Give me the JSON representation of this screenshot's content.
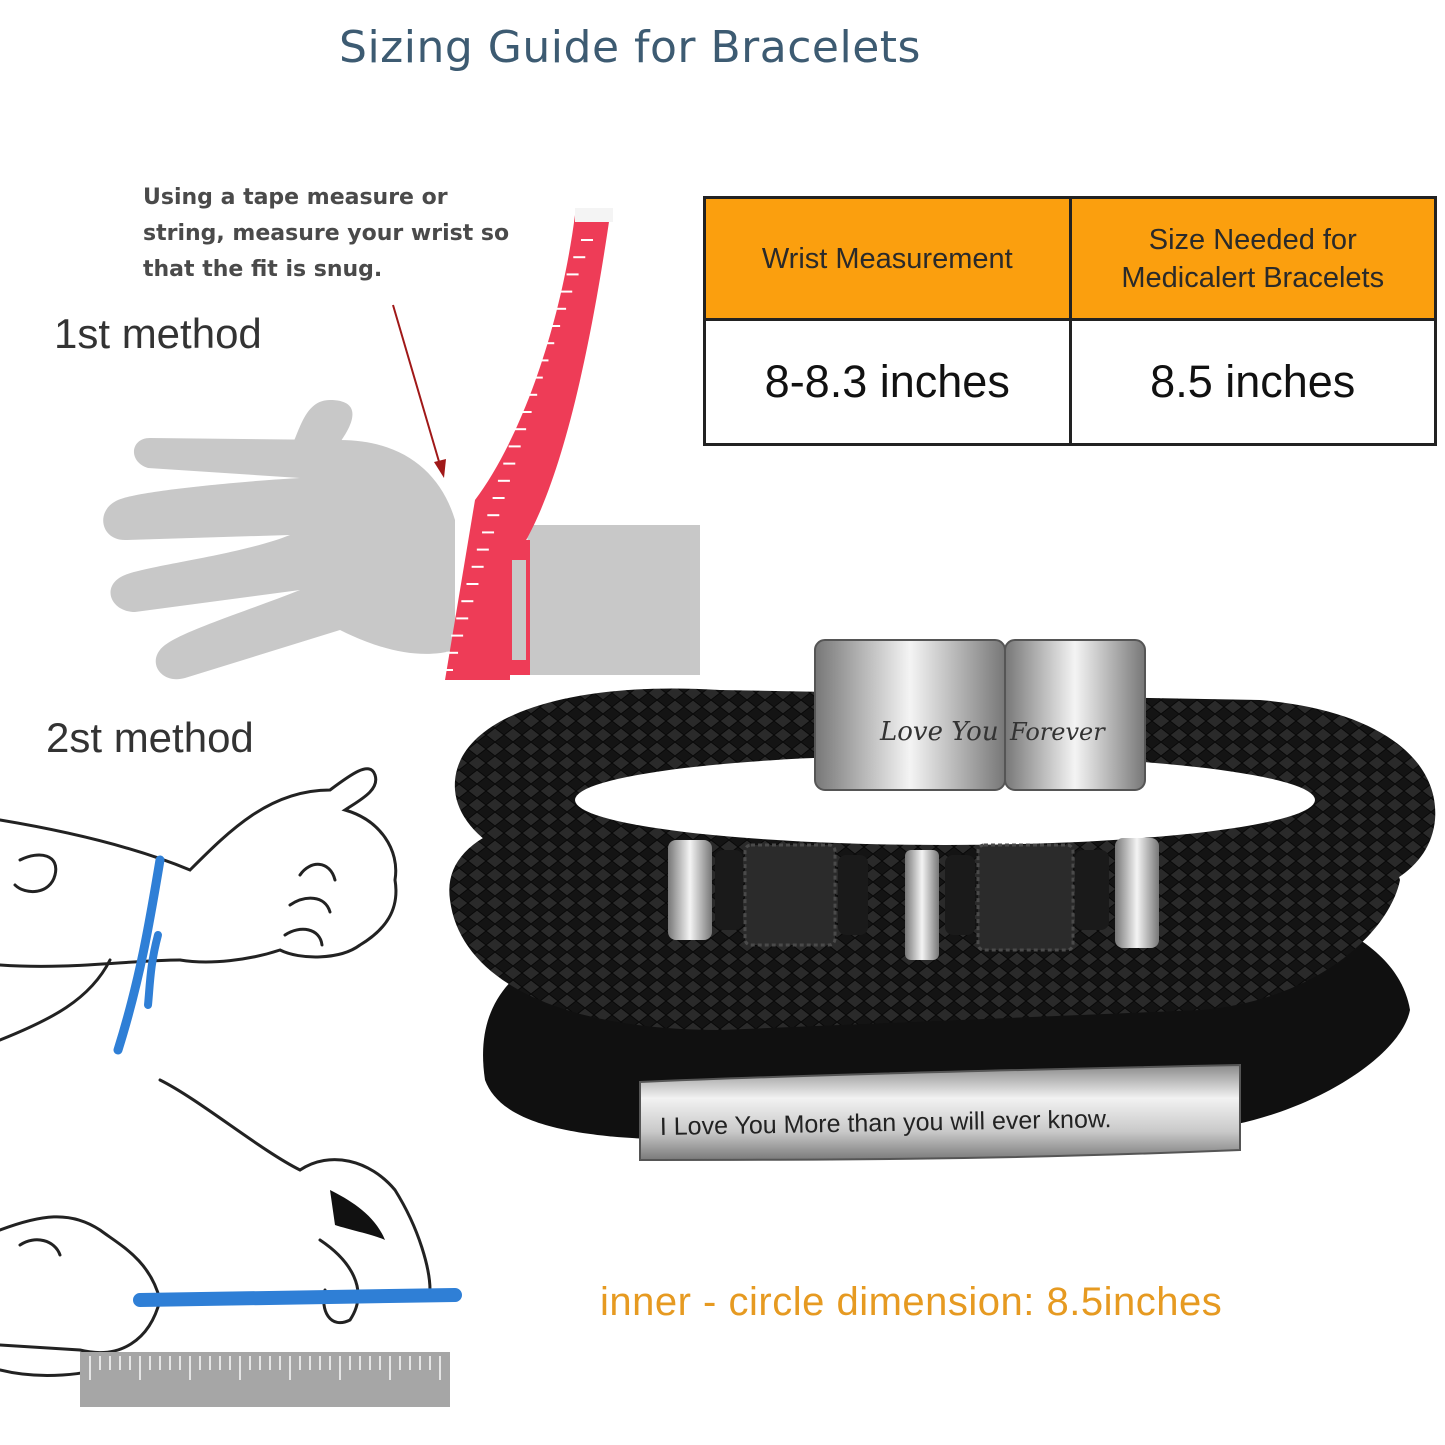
{
  "title": "Sizing Guide for  Bracelets",
  "instruction": {
    "lines": [
      "Using a tape measure or",
      "string, measure your wrist so",
      "that the fit is snug."
    ]
  },
  "methods": {
    "first": "1st method",
    "second": "2st method"
  },
  "size_table": {
    "headers": [
      "Wrist Measurement",
      "Size Needed for\nMedicalert Bracelets"
    ],
    "header_lines": {
      "col1": "Wrist Measurement",
      "col2_line1": "Size Needed for",
      "col2_line2": "Medicalert Bracelets"
    },
    "rows": [
      {
        "wrist": "8-8.3 inches",
        "size": "8.5 inches"
      }
    ]
  },
  "bracelet": {
    "clasp_engraving_left": "Love You",
    "clasp_engraving_right": "Forever",
    "bar_engraving": "I Love You More than you will ever know."
  },
  "inner_dimension": "inner - circle dimension: 8.5inches",
  "colors": {
    "title": "#3d5b72",
    "table_header": "#fb9f0e",
    "tape_red": "#ee3c57",
    "string_blue": "#2f7fd6",
    "hand_gray": "#c8c8c8",
    "inner_dimension_text": "#e69a21"
  },
  "icons": {
    "hand": "hand-silhouette-icon",
    "tape": "tape-measure-icon",
    "ruler": "ruler-icon",
    "bracelet": "leather-bracelet-image"
  }
}
